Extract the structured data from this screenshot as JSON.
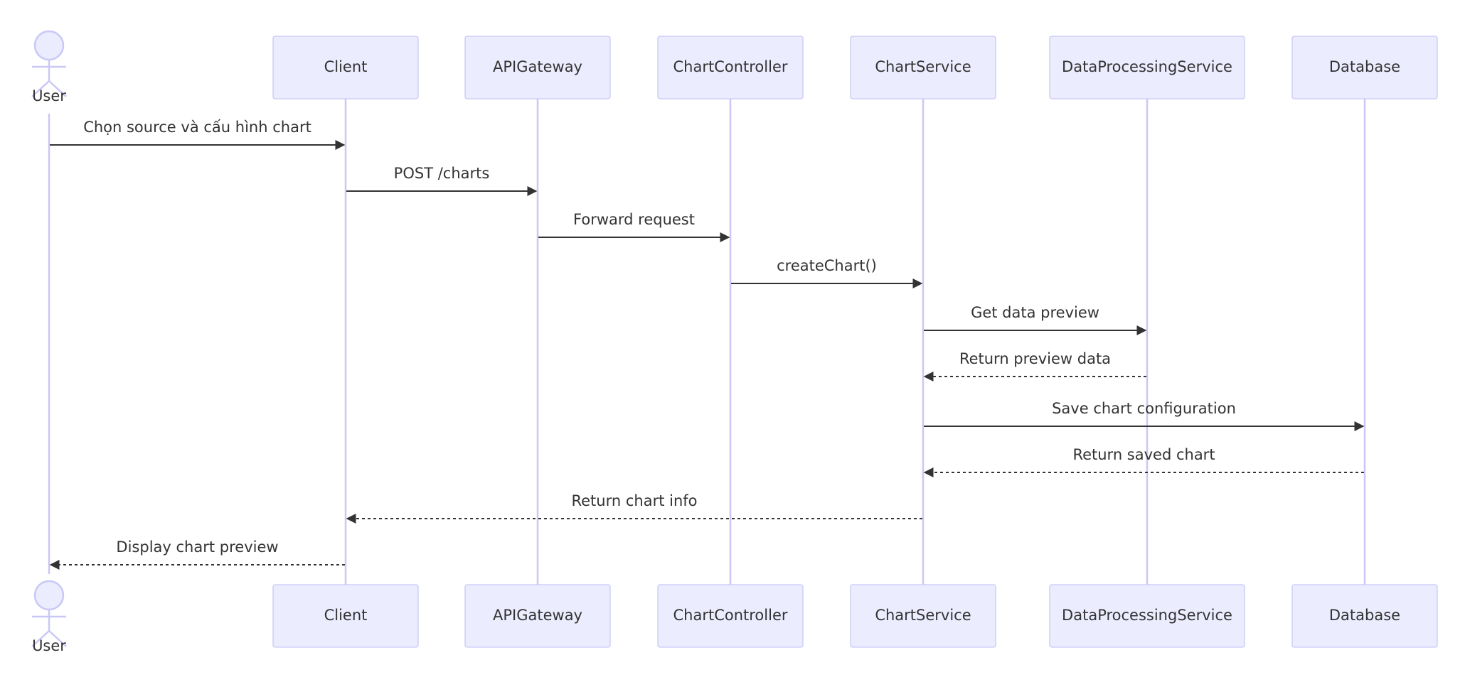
{
  "participants": [
    {
      "id": "user",
      "label": "User",
      "kind": "actor"
    },
    {
      "id": "client",
      "label": "Client",
      "kind": "box"
    },
    {
      "id": "apigw",
      "label": "APIGateway",
      "kind": "box"
    },
    {
      "id": "ctrl",
      "label": "ChartController",
      "kind": "box"
    },
    {
      "id": "svc",
      "label": "ChartService",
      "kind": "box"
    },
    {
      "id": "dps",
      "label": "DataProcessingService",
      "kind": "box"
    },
    {
      "id": "db",
      "label": "Database",
      "kind": "box"
    }
  ],
  "messages": [
    {
      "from": "user",
      "to": "client",
      "label": "Chọn source và cấu hình chart",
      "style": "solid"
    },
    {
      "from": "client",
      "to": "apigw",
      "label": "POST /charts",
      "style": "solid"
    },
    {
      "from": "apigw",
      "to": "ctrl",
      "label": "Forward request",
      "style": "solid"
    },
    {
      "from": "ctrl",
      "to": "svc",
      "label": "createChart()",
      "style": "solid"
    },
    {
      "from": "svc",
      "to": "dps",
      "label": "Get data preview",
      "style": "solid"
    },
    {
      "from": "dps",
      "to": "svc",
      "label": "Return preview data",
      "style": "dashed"
    },
    {
      "from": "svc",
      "to": "db",
      "label": "Save chart configuration",
      "style": "solid"
    },
    {
      "from": "db",
      "to": "svc",
      "label": "Return saved chart",
      "style": "dashed"
    },
    {
      "from": "svc",
      "to": "client",
      "label": "Return chart info",
      "style": "dashed"
    },
    {
      "from": "client",
      "to": "user",
      "label": "Display chart preview",
      "style": "dashed"
    }
  ],
  "colors": {
    "box_fill": "#ececff",
    "box_stroke": "#c9c8f6",
    "text": "#333333",
    "arrow": "#333333"
  }
}
